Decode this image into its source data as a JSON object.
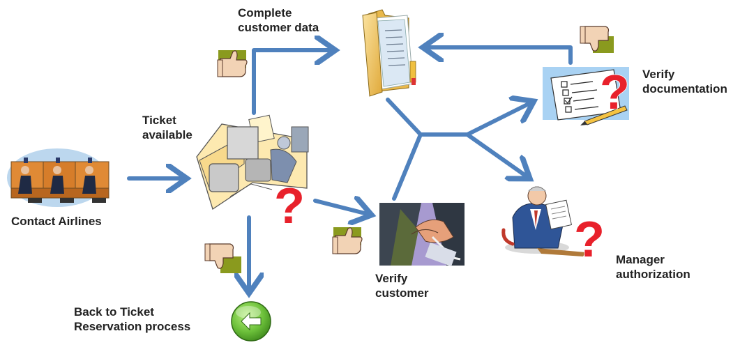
{
  "labels": {
    "complete_line1": "Complete",
    "complete_line2": "customer data",
    "ticket_line1": "Ticket",
    "ticket_line2": "available",
    "contact": "Contact Airlines",
    "verify_doc_line1": "Verify",
    "verify_doc_line2": "documentation",
    "verify_cust_line1": "Verify",
    "verify_cust_line2": "customer",
    "manager_line1": "Manager",
    "manager_line2": "authorization",
    "back_line1": "Back to Ticket",
    "back_line2": "Reservation process"
  },
  "colors": {
    "arrow": "#4f81bd",
    "question_mark": "#e8212b",
    "back_button": "#6cc03a",
    "folder": "#f3c65a",
    "thumb_background": "#8a9a1e"
  },
  "icons": {
    "contact": "call-center-icon",
    "ticket": "ticket-office-icon",
    "folder": "customer-folder-icon",
    "checklist": "documentation-checklist-icon",
    "handshake": "verify-customer-handshake-icon",
    "manager": "manager-reading-icon",
    "thumbs_up": "thumbs-up-icon",
    "thumbs_down": "thumbs-down-icon",
    "question": "question-mark-icon",
    "back": "back-arrow-button-icon"
  }
}
